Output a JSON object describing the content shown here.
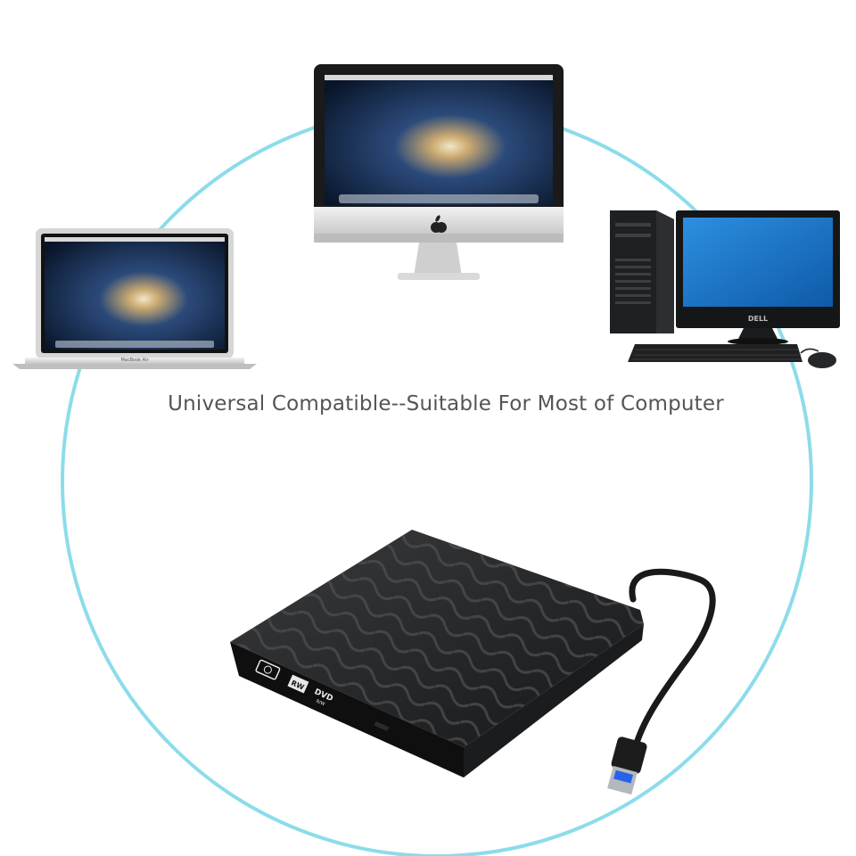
{
  "tagline": "Universal Compatible--Suitable For Most of Computer",
  "devices": {
    "laptop": {
      "label": "MacBook Air"
    },
    "desktop": {
      "brand": "DELL"
    },
    "drive": {
      "badge_rw": "RW",
      "badge_dvd": "DVD",
      "badge_dvd_sub": "R/W"
    }
  },
  "colors": {
    "ring": "#7fd8e8",
    "wallpaper_dark": "#0b1a33",
    "wallpaper_glow": "#e8d8b0",
    "dell_screen": "#1e7fd0",
    "device_body": "#232425",
    "usb_blue": "#2563eb"
  }
}
